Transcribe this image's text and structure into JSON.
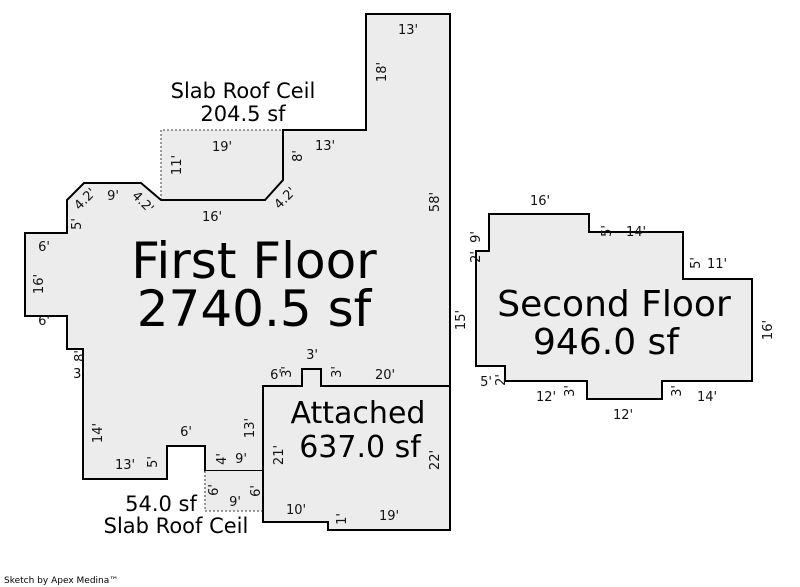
{
  "areas": {
    "first_floor": {
      "name": "First Floor",
      "area": "2740.5 sf"
    },
    "second_floor": {
      "name": "Second Floor",
      "area": "946.0 sf"
    },
    "attached": {
      "name": "Attached",
      "area": "637.0 sf"
    },
    "slab_top": {
      "name": "Slab Roof Ceil",
      "area": "204.5 sf"
    },
    "slab_bottom": {
      "name": "Slab Roof Ceil",
      "area": "54.0 sf"
    }
  },
  "dimensions": {
    "ff_top": "13'",
    "ff_right_upper": "18'",
    "ff_right": "58'",
    "ff_notch_top": "13'",
    "ff_notch_side": "8'",
    "slab_top_w": "19'",
    "slab_top_h": "11'",
    "slab_chamfer_r": "4.2'",
    "slab_bottom_edge": "16'",
    "ff_chamfer_l1": "4.2'",
    "ff_chamfer_l2": "4.2'",
    "ff_step_top": "9'",
    "ff_step_left": "5'",
    "ff_left_a": "6'",
    "ff_left_b": "16'",
    "ff_left_c": "6'",
    "ff_step_b": "8'",
    "ff_step_b2": "3'",
    "ff_left_lower": "14'",
    "ff_bottom": "13'",
    "ff_bottom_step": "5'",
    "ff_notch_w": "6'",
    "ff_small_a": "4'",
    "ff_small_b": "9'",
    "ff_side_13": "13'",
    "att_top_a": "6'",
    "att_top_b": "3'",
    "att_top_c": "3'",
    "att_top_d": "3'",
    "att_top_e": "20'",
    "att_left": "21'",
    "att_right": "22'",
    "att_bottom_a": "10'",
    "att_bottom_b": "1'",
    "att_bottom_c": "19'",
    "slab_b_left": "6'",
    "slab_b_bottom": "9'",
    "slab_b_right": "6'",
    "sf_top": "16'",
    "sf_step_a": "5'",
    "sf_top_b": "14'",
    "sf_step_b": "5'",
    "sf_top_c": "11'",
    "sf_left_a": "9'",
    "sf_left_b": "2'",
    "sf_left": "15'",
    "sf_right": "16'",
    "sf_bottom_a": "5'",
    "sf_bottom_b": "2'",
    "sf_bottom_c": "12'",
    "sf_bottom_d": "3'",
    "sf_bottom_e": "12'",
    "sf_bottom_f": "3'",
    "sf_bottom_g": "14'"
  },
  "footer": {
    "credit": "Sketch by Apex Medina™"
  }
}
